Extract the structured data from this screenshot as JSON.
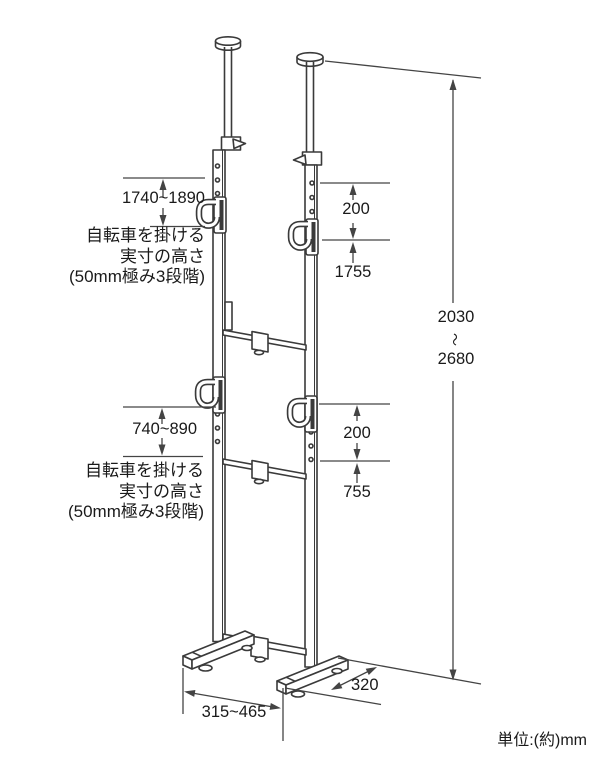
{
  "unit_label": "単位:(約)mm",
  "dimensions": {
    "upper_hook_range": "1740~1890",
    "upper_hook_spacing": "200",
    "upper_hook_height": "1755",
    "lower_hook_range": "740~890",
    "lower_hook_spacing": "200",
    "lower_hook_height": "755",
    "overall_height_min": "2030",
    "overall_height_wave": "〜",
    "overall_height_max": "2680",
    "base_depth": "320",
    "base_width_range": "315~465"
  },
  "notes": {
    "upper": [
      "自転車を掛ける",
      "実寸の高さ",
      "(50mm極み3段階)"
    ],
    "lower": [
      "自転車を掛ける",
      "実寸の高さ",
      "(50mm極み3段階)"
    ]
  }
}
